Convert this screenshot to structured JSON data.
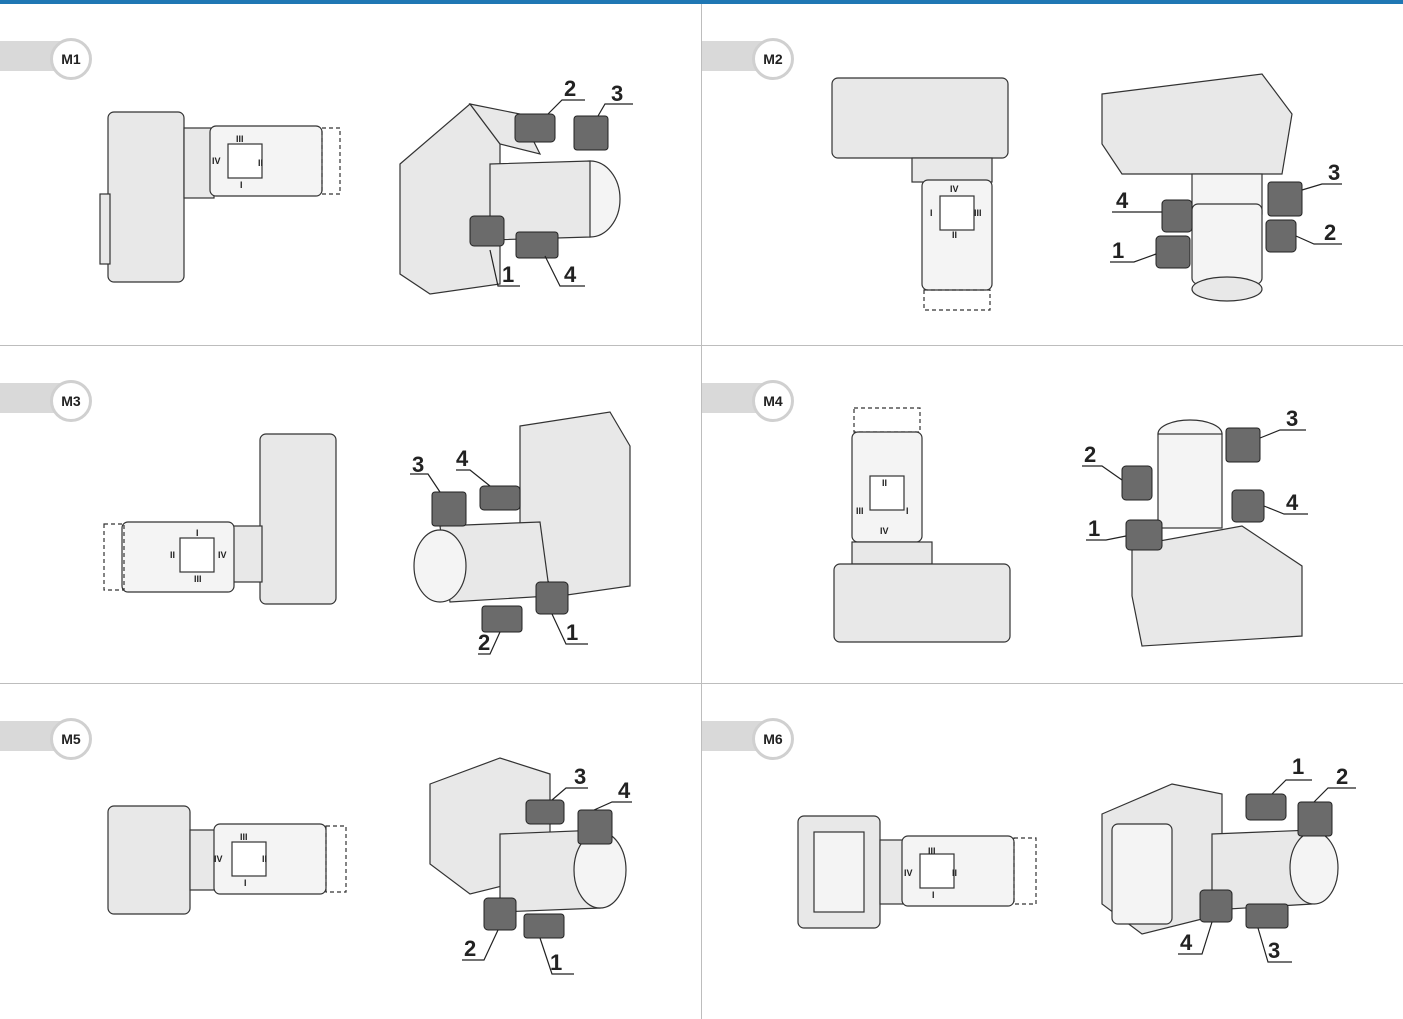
{
  "colors": {
    "accent": "#1f77b4",
    "tab": "#d9d9d9",
    "housing": "#e8e8e8",
    "line": "#333333",
    "box": "#6b6b6b"
  },
  "panels": [
    {
      "label": "M1",
      "roman": [
        "III",
        "IV",
        "II",
        "I"
      ],
      "callouts": [
        "2",
        "3",
        "1",
        "4"
      ]
    },
    {
      "label": "M2",
      "roman": [
        "IV",
        "I",
        "III",
        "II"
      ],
      "callouts": [
        "3",
        "4",
        "2",
        "1"
      ]
    },
    {
      "label": "M3",
      "roman": [
        "I",
        "II",
        "IV",
        "III"
      ],
      "callouts": [
        "3",
        "4",
        "2",
        "1"
      ]
    },
    {
      "label": "M4",
      "roman": [
        "II",
        "III",
        "I",
        "IV"
      ],
      "callouts": [
        "3",
        "2",
        "4",
        "1"
      ]
    },
    {
      "label": "M5",
      "roman": [
        "III",
        "IV",
        "II",
        "I"
      ],
      "callouts": [
        "3",
        "4",
        "2",
        "1"
      ]
    },
    {
      "label": "M6",
      "roman": [
        "III",
        "IV",
        "II",
        "I"
      ],
      "callouts": [
        "1",
        "2",
        "4",
        "3"
      ]
    }
  ]
}
